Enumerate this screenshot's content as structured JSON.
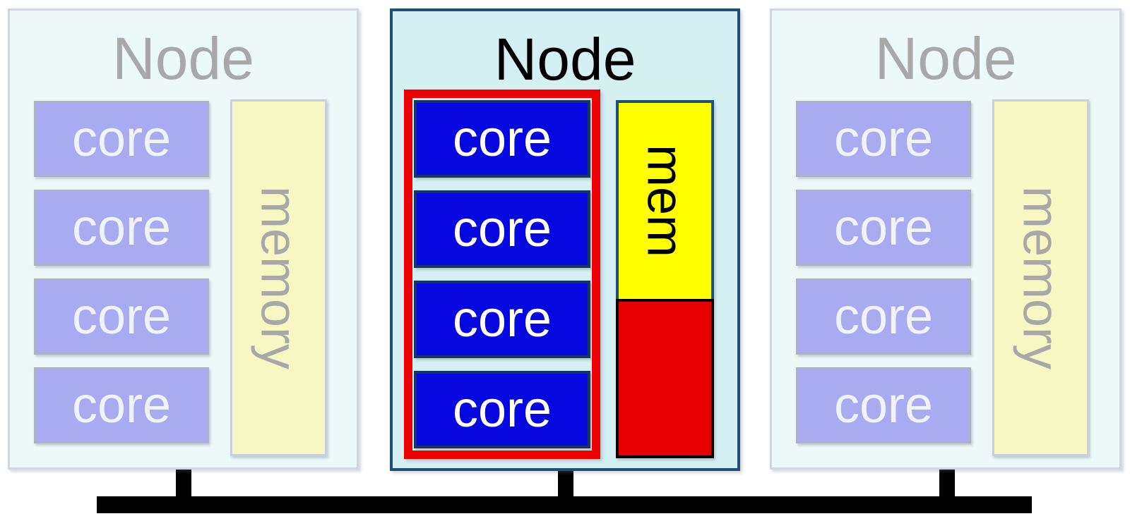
{
  "colors": {
    "page-bg": "#ffffff",
    "node-active-bg": "#d5f0f3",
    "node-active-border": "#1f4e79",
    "node-faded-bg": "#edf8f9",
    "node-faded-border": "#d0d7e3",
    "title-active": "#000000",
    "title-faded": "#a8a8a8",
    "core-active-bg": "#0707e0",
    "core-active-border": "#17365d",
    "core-active-text": "#ffffff",
    "core-faded-bg": "#a9abf0",
    "core-faded-border": "#aab1c8",
    "core-faded-text": "#eff3fb",
    "memory-faded-bg": "#f6f7c3",
    "memory-faded-border": "#c9cfdf",
    "memory-faded-text": "#a8a8a8",
    "mem-used-fill": "#ffff00",
    "mem-used-border": "#1f4e79",
    "mem-text-active": "#000000",
    "mem-free-fill": "#e60000",
    "mem-free-border": "#000000",
    "highlight-outline": "#ee0000",
    "bus-fill": "#000000"
  },
  "diagram": {
    "nodes": [
      {
        "label": "Node",
        "state": "inactive",
        "cores": [
          "core",
          "core",
          "core",
          "core"
        ],
        "memory_label": "memory"
      },
      {
        "label": "Node",
        "state": "active",
        "cores": [
          "core",
          "core",
          "core",
          "core"
        ],
        "memory_label": "mem",
        "memory_split": {
          "yellow": 0.555,
          "red": 0.445
        }
      },
      {
        "label": "Node",
        "state": "inactive",
        "cores": [
          "core",
          "core",
          "core",
          "core"
        ],
        "memory_label": "memory"
      }
    ]
  }
}
